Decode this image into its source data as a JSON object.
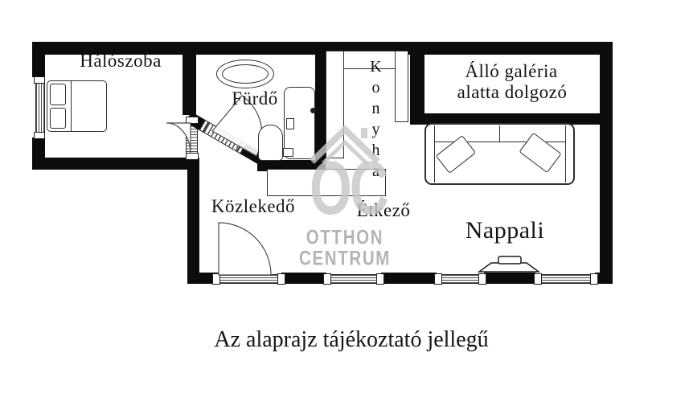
{
  "floorplan": {
    "labels": {
      "bedroom": "Hálószoba",
      "bathroom": "Fürdő",
      "kitchen": "Konyha",
      "gallery_line1": "Álló galéria",
      "gallery_line2": "alatta dolgozó",
      "hallway": "Közlekedő",
      "dining": "Étkező",
      "living": "Nappali"
    },
    "caption": "Az alaprajz tájékoztató jellegű"
  },
  "watermark": {
    "monogram": "OC",
    "name_line1": "OTTHON",
    "name_line2": "CENTRUM"
  },
  "colors": {
    "wall": "#0c0c0c",
    "furniture_line": "#2e2e2e",
    "watermark_monogram": "#c7c7c7",
    "watermark_text": "#b0b0b0"
  }
}
